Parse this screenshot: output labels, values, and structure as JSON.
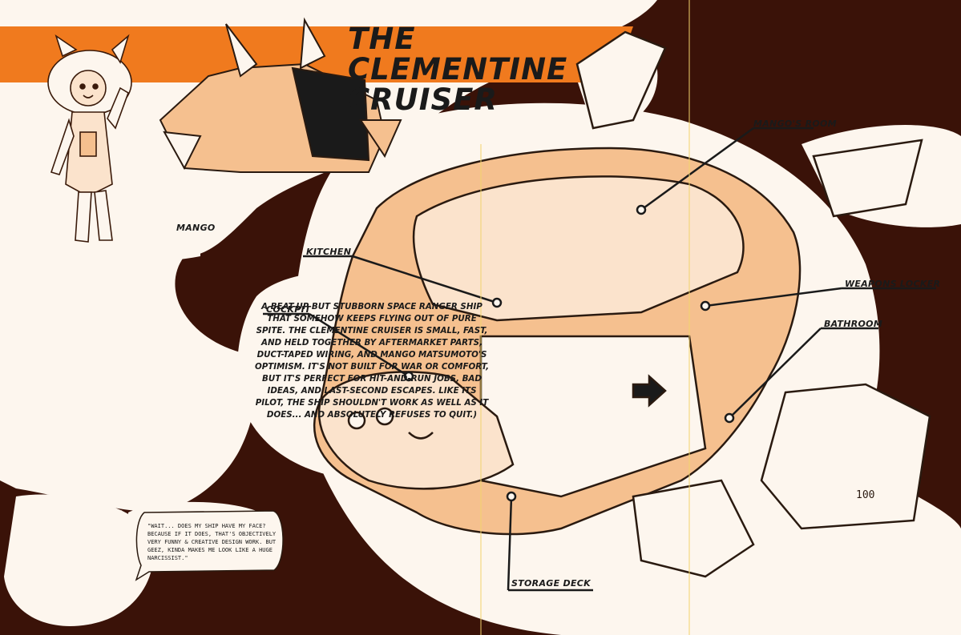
{
  "title": {
    "line1": "THE CLEMENTINE",
    "line2": "CRUISER"
  },
  "character": {
    "name": "MANGO"
  },
  "description": "A BEAT-UP BUT STUBBORN SPACE RANGER SHIP THAT SOMEHOW KEEPS FLYING OUT OF PURE SPITE. THE CLEMENTINE CRUISER IS SMALL, FAST, AND HELD TOGETHER BY AFTERMARKET PARTS, DUCT-TAPED WIRING, AND MANGO MATSUMOTO'S OPTIMISM. IT'S NOT BUILT FOR WAR OR COMFORT, BUT IT'S PERFECT FOR HIT-AND-RUN JOBS, BAD IDEAS, AND LAST-SECOND ESCAPES. LIKE ITS PILOT, THE SHIP SHOULDN'T WORK AS WELL AS IT DOES... AND ABSOLUTELY REFUSES TO QUIT.)",
  "speech": "\"WAIT... DOES MY SHIP HAVE MY FACE? BECAUSE IF IT DOES, THAT'S OBJECTIVELY VERY FUNNY & CREATIVE DESIGN WORK. BUT GEEZ, KINDA MAKES ME LOOK LIKE A HUGE NARCISSIST.\"",
  "labels": {
    "mangos_room": "MANGO'S ROOM",
    "kitchen": "KITCHEN",
    "cockpit": "COCKPIT",
    "weapons_locker": "WEAPONS LOCKER",
    "bathroom": "BATHROOM",
    "storage_deck": "STORAGE DECK"
  },
  "hull_marking": "100",
  "colors": {
    "accent": "#f07a1e",
    "dark_bg": "#3a1208",
    "ink": "#1a1a1a",
    "paper": "#fdf6ee",
    "tint": "#f5c08f"
  }
}
